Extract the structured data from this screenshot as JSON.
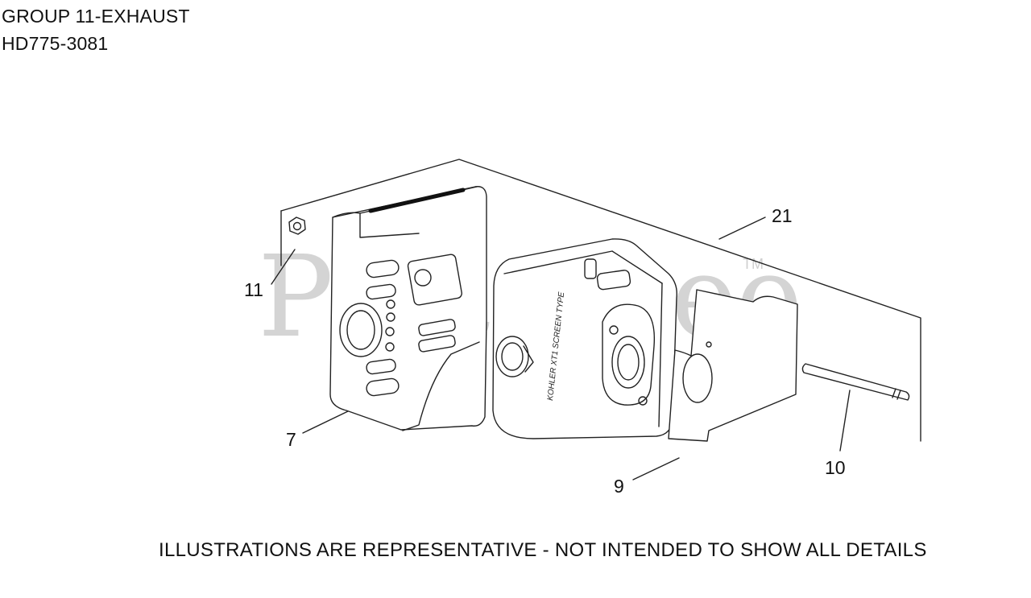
{
  "header": {
    "group_title": "GROUP 11-EXHAUST",
    "model_number": "HD775-3081"
  },
  "callouts": [
    {
      "id": "11",
      "label": "11"
    },
    {
      "id": "7",
      "label": "7"
    },
    {
      "id": "21",
      "label": "21"
    },
    {
      "id": "9",
      "label": "9"
    },
    {
      "id": "10",
      "label": "10"
    }
  ],
  "muffler_label": "KOHLER XT1 SCREEN TYPE",
  "watermark": {
    "text": "PartsTree",
    "trademark": "TM"
  },
  "footer": "ILLUSTRATIONS ARE REPRESENTATIVE - NOT INTENDED TO SHOW ALL DETAILS"
}
